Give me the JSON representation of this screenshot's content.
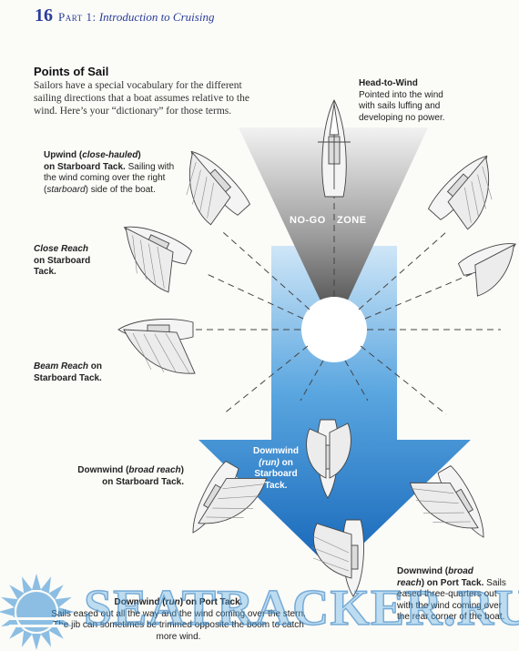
{
  "header": {
    "page_number": "16",
    "part": "Part 1:",
    "chapter": "Introduction to Cruising"
  },
  "section": {
    "title": "Points of Sail",
    "intro": "Sailors have a special vocabulary for the different sailing directions that a boat assumes relative to the wind. Here’s your “dictionary” for those terms."
  },
  "diagram": {
    "no_go_label": "NO-GO",
    "zone_label": "ZONE",
    "arrow_caption": {
      "line1": "Downwind",
      "line2_run": "(run)",
      "line2_on": " on",
      "line3": "Starboard",
      "line4": "Tack."
    },
    "colors": {
      "nogo_top": "#f2f2f2",
      "nogo_bottom": "#4a4a4a",
      "arrow_top": "#a8d0ee",
      "arrow_bottom": "#1a6fc0",
      "accent": "#2a3e9a"
    }
  },
  "captions": {
    "head_to_wind": {
      "title": "Head-to-Wind",
      "desc": "Pointed into the wind with sails luffing and developing no power."
    },
    "upwind_starboard": {
      "title_a": "Upwind (",
      "title_b": "close-hauled",
      "title_c": ")",
      "title_d": "on Starboard Tack.",
      "desc_a": " Sailing with the wind coming over the right (",
      "desc_b": "starboard",
      "desc_c": ") side of the boat."
    },
    "close_reach": {
      "line1": "Close Reach",
      "line2": "on Starboard",
      "line3": "Tack."
    },
    "beam_reach": {
      "line1a": "Beam Reach",
      "line1b": " on",
      "line2": "Starboard Tack."
    },
    "downwind_broad_starboard": {
      "a": "Downwind (",
      "b": "broad reach",
      "c": ")",
      "d": "on Starboard Tack."
    },
    "downwind_broad_port": {
      "a": "Downwind (",
      "b": "broad",
      "c": "reach",
      "d": ") on Port Tack.",
      "desc": " Sails eased three-quarters out with the wind coming over the rear corner of the boat."
    },
    "downwind_run_port": {
      "a": "Downwind (",
      "b": "run",
      "c": ") on Port Tack.",
      "desc": "Sails eased out all the way and the wind coming over the stern. The jib can sometimes be trimmed opposite the boom to catch more wind."
    }
  },
  "watermark": {
    "text": "SEATRACKER.RU"
  }
}
